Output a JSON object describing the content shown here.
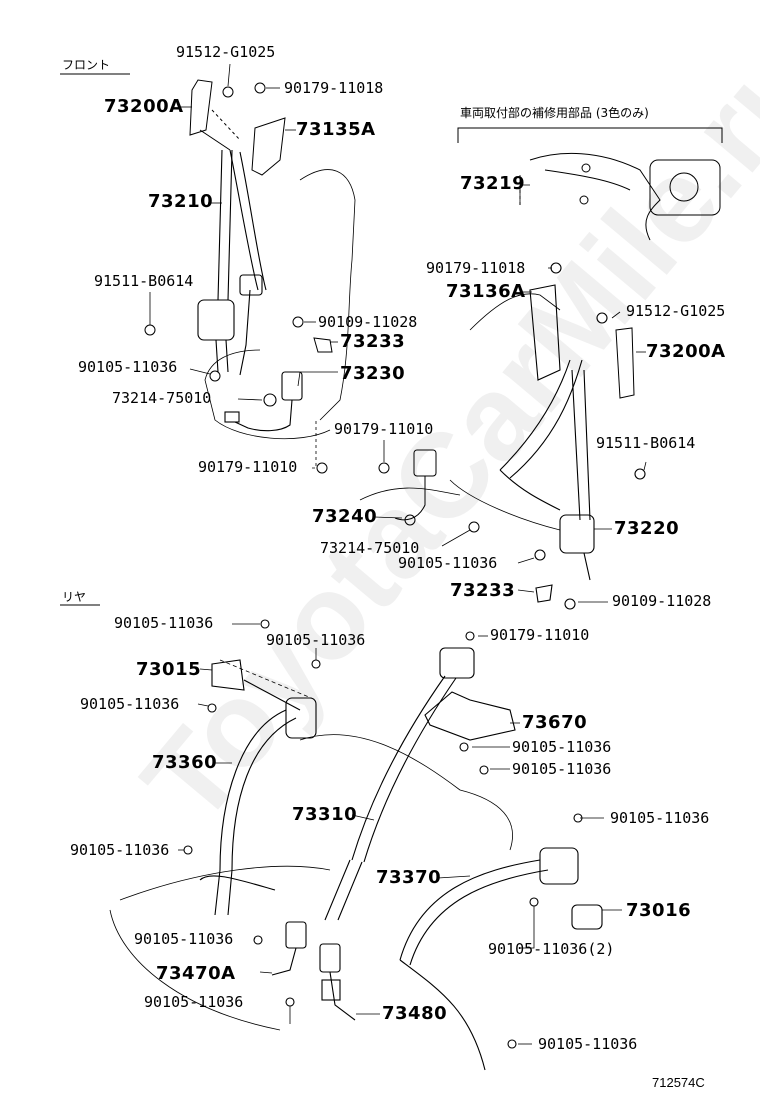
{
  "section_labels": {
    "front": "フロント",
    "rear": "リヤ",
    "repair_parts": "車両取付部の補修用部品 (3色のみ)"
  },
  "watermark": "ToyotaCarMile.ru",
  "drawing_number": "712574C",
  "parts": {
    "p_91512_g1025_top": "91512-G1025",
    "p_90179_11018_top": "90179-11018",
    "p_73200a_left": "73200A",
    "p_73135a": "73135A",
    "p_73210": "73210",
    "p_91511_b0614_left": "91511-B0614",
    "p_90109_11028_left": "90109-11028",
    "p_73233_left": "73233",
    "p_90105_11036_left": "90105-11036",
    "p_73230": "73230",
    "p_73214_75010_left": "73214-75010",
    "p_90179_11010_left": "90179-11010",
    "p_73219": "73219",
    "p_90179_11018_mid": "90179-11018",
    "p_73136a": "73136A",
    "p_91512_g1025_right": "91512-G1025",
    "p_73200a_right": "73200A",
    "p_90179_11010_mid": "90179-11010",
    "p_91511_b0614_right": "91511-B0614",
    "p_73240": "73240",
    "p_73220": "73220",
    "p_73214_75010_mid": "73214-75010",
    "p_90105_11036_mid": "90105-11036",
    "p_73233_mid": "73233",
    "p_90109_11028_mid": "90109-11028",
    "p_r_90105_11036_a": "90105-11036",
    "p_r_90105_11036_b": "90105-11036",
    "p_90179_11010_rear": "90179-11010",
    "p_73015": "73015",
    "p_r_90105_11036_c": "90105-11036",
    "p_73670": "73670",
    "p_r_90105_11036_d": "90105-11036",
    "p_r_90105_11036_e": "90105-11036",
    "p_73360": "73360",
    "p_73310": "73310",
    "p_r_90105_11036_f": "90105-11036",
    "p_r_90105_11036_g": "90105-11036",
    "p_73370": "73370",
    "p_73016": "73016",
    "p_r_90105_11036_h": "90105-11036",
    "p_r_90105_11036_2": "90105-11036(2)",
    "p_73470a": "73470A",
    "p_r_90105_11036_i": "90105-11036",
    "p_73480": "73480",
    "p_r_90105_11036_j": "90105-11036"
  }
}
